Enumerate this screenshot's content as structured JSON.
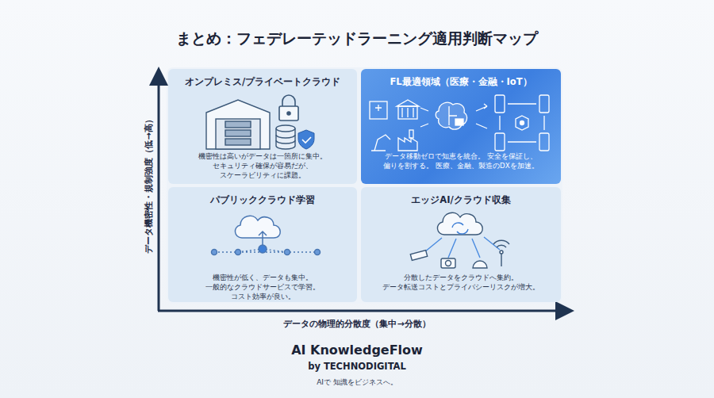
{
  "diagram": {
    "title": "まとめ：フェデレーテッドラーニング適用判断マップ",
    "nodes": [
      {
        "text": [
          "オンプレミス/プライベートクラウド",
          "機密性は高いがデータは一箇所に集中。 セキュリティ確保が容易だが、 スケーラビリティに課題。"
        ]
      },
      {
        "text": [
          "FL最適領域（医療・金融・IoT）",
          "データ移動ゼロで知恵を統合。 安全を保証し、偏りを割する。 医療、金融、製造のDXを加速。"
        ]
      },
      {
        "text": [
          "パブリッククラウド学習",
          "機密性が低く、データも集中。 一般的なクラウドサービスで学習。 コスト効率が良い。"
        ]
      },
      {
        "text": [
          "エッジAI/クラウド収集",
          "分散したデータをクラウドへ集約。 データ転送コストとプライバシーリスクが増大。"
        ]
      }
    ],
    "labels": [
      "データ機密性・規制強度（低→高）",
      "データの物理的分散度（集中→分散）",
      "AI KnowledgeFlow",
      "by TECHNODIGITAL",
      "AIで 知識をビジネスへ。"
    ]
  }
}
